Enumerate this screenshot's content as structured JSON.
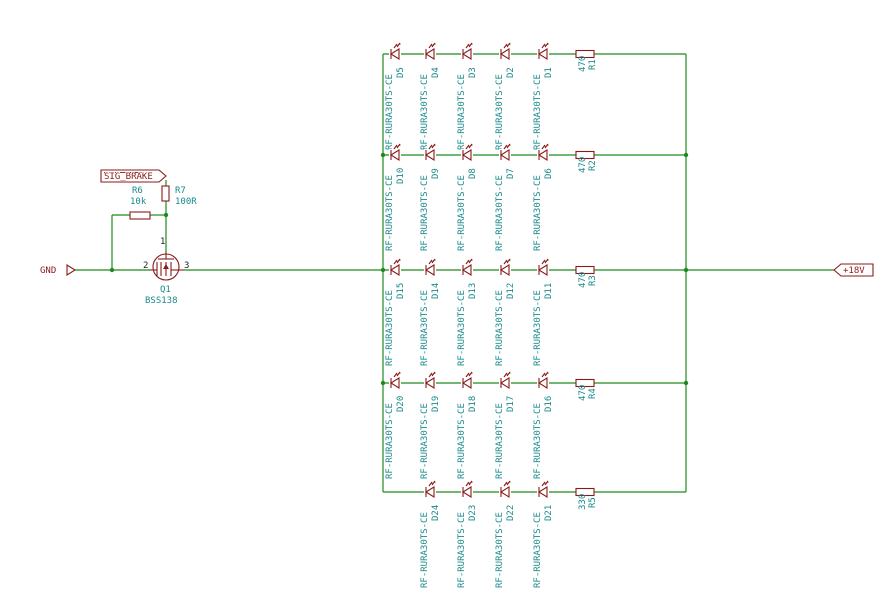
{
  "ports": {
    "gnd": "GND",
    "vplus": "+18V",
    "sig": "SIG_BRAKE"
  },
  "transistor": {
    "ref": "Q1",
    "value": "BSS138",
    "pin_gate": "1",
    "pin_source": "2",
    "pin_drain": "3"
  },
  "gate_resistors": [
    {
      "ref": "R6",
      "value": "10k"
    },
    {
      "ref": "R7",
      "value": "100R"
    }
  ],
  "rows": [
    {
      "resistor": {
        "ref": "R1",
        "value": "470"
      },
      "leds": [
        {
          "ref": "D1"
        },
        {
          "ref": "D2"
        },
        {
          "ref": "D3"
        },
        {
          "ref": "D4"
        },
        {
          "ref": "D5"
        }
      ]
    },
    {
      "resistor": {
        "ref": "R2",
        "value": "470"
      },
      "leds": [
        {
          "ref": "D6"
        },
        {
          "ref": "D7"
        },
        {
          "ref": "D8"
        },
        {
          "ref": "D9"
        },
        {
          "ref": "D10"
        }
      ]
    },
    {
      "resistor": {
        "ref": "R3",
        "value": "470"
      },
      "leds": [
        {
          "ref": "D11"
        },
        {
          "ref": "D12"
        },
        {
          "ref": "D13"
        },
        {
          "ref": "D14"
        },
        {
          "ref": "D15"
        }
      ]
    },
    {
      "resistor": {
        "ref": "R4",
        "value": "470"
      },
      "leds": [
        {
          "ref": "D16"
        },
        {
          "ref": "D17"
        },
        {
          "ref": "D18"
        },
        {
          "ref": "D19"
        },
        {
          "ref": "D20"
        }
      ]
    },
    {
      "resistor": {
        "ref": "R5",
        "value": "330"
      },
      "leds": [
        {
          "ref": "D21"
        },
        {
          "ref": "D22"
        },
        {
          "ref": "D23"
        },
        {
          "ref": "D24"
        }
      ]
    }
  ],
  "led_value": "RF-RURA30TS-CE"
}
